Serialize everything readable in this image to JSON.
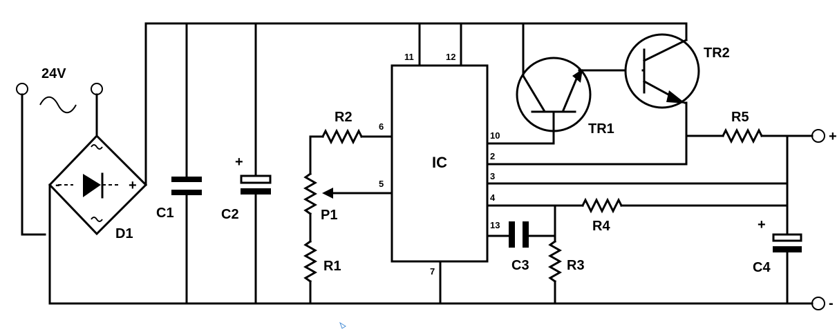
{
  "supply": {
    "voltage": "24V"
  },
  "components": {
    "d1": "D1",
    "c1": "C1",
    "c2": "C2",
    "p1": "P1",
    "r1": "R1",
    "r2": "R2",
    "ic": "IC",
    "tr1": "TR1",
    "tr2": "TR2",
    "r5": "R5",
    "r4": "R4",
    "c3": "C3",
    "r3": "R3",
    "c4": "C4"
  },
  "pins": {
    "p11": "11",
    "p12": "12",
    "p6": "6",
    "p5": "5",
    "p10": "10",
    "p2": "2",
    "p3": "3",
    "p4": "4",
    "p13": "13",
    "p7": "7"
  },
  "polarity": {
    "bridge_plus": "+",
    "bridge_minus": "-",
    "c2_plus": "+",
    "c4_plus": "+",
    "out_plus": "+",
    "out_minus": "-"
  },
  "colors": {
    "ink": "#000000",
    "background": "#ffffff"
  }
}
